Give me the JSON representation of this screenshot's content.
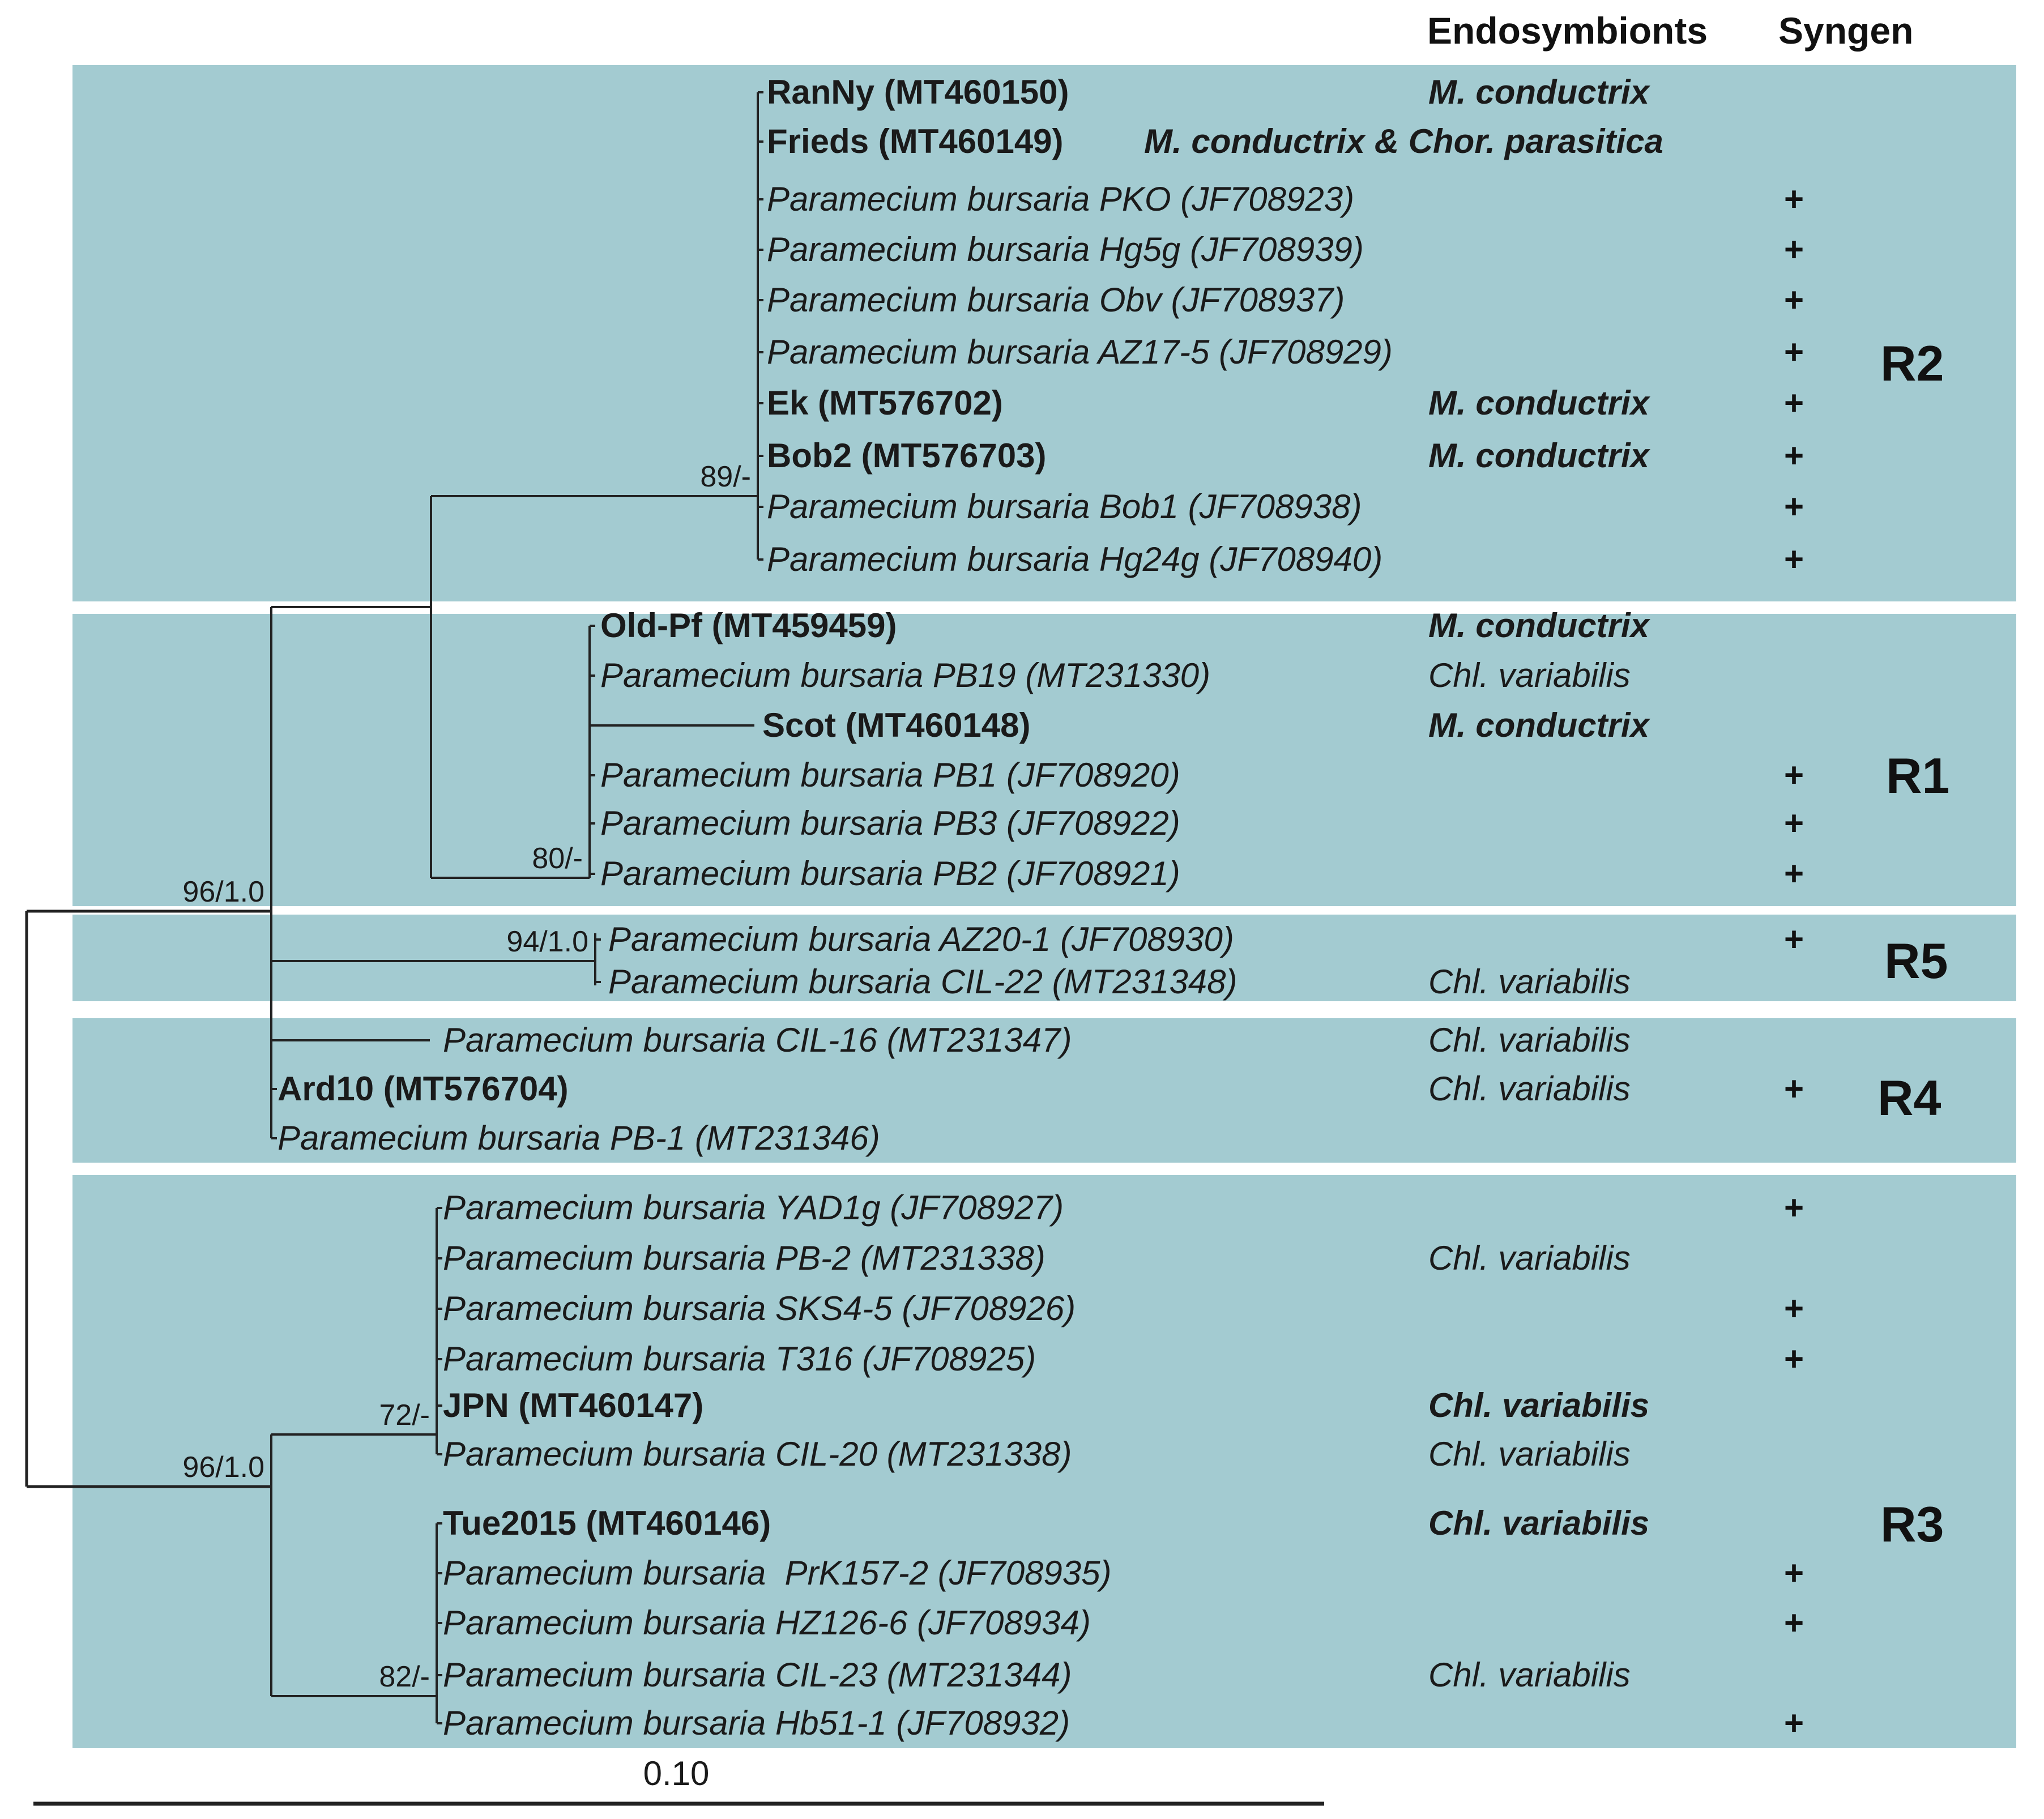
{
  "header": {
    "endosymbionts": "Endosymbionts",
    "syngen": "Syngen"
  },
  "colors": {
    "band": "#a3cbd1",
    "line": "#222222",
    "text": "#1a1a1a"
  },
  "support_labels": {
    "upper_root": "96/1.0",
    "r2_node": "89/-",
    "r1_node": "80/-",
    "r5_node": "94/1.0",
    "lower_root": "96/1.0",
    "n72_node": "72/-",
    "n82_node": "82/-"
  },
  "scale_bar": {
    "label": "0.10"
  },
  "groups": [
    {
      "id": "R2",
      "label": "R2",
      "taxa": [
        {
          "name": "RanNy (MT460150)",
          "bold": true,
          "endosymbiont": "M. conductrix",
          "endo_bold": true,
          "syngen": ""
        },
        {
          "name": "Frieds (MT460149)",
          "bold": true,
          "endosymbiont": "M. conductrix & Chor. parasitica",
          "endo_bold": true,
          "syngen": ""
        },
        {
          "name": "Paramecium bursaria PKO (JF708923)",
          "italic": true,
          "endosymbiont": "",
          "syngen": "+"
        },
        {
          "name": "Paramecium bursaria Hg5g (JF708939)",
          "italic": true,
          "endosymbiont": "",
          "syngen": "+"
        },
        {
          "name": "Paramecium bursaria Obv (JF708937)",
          "italic": true,
          "endosymbiont": "",
          "syngen": "+"
        },
        {
          "name": "Paramecium bursaria AZ17-5 (JF708929)",
          "italic": true,
          "endosymbiont": "",
          "syngen": "+"
        },
        {
          "name": "Ek (MT576702)",
          "bold": true,
          "endosymbiont": "M. conductrix",
          "endo_bold": true,
          "syngen": "+"
        },
        {
          "name": "Bob2 (MT576703)",
          "bold": true,
          "endosymbiont": "M. conductrix",
          "endo_bold": true,
          "syngen": "+"
        },
        {
          "name": "Paramecium bursaria Bob1 (JF708938)",
          "italic": true,
          "endosymbiont": "",
          "syngen": "+"
        },
        {
          "name": "Paramecium bursaria Hg24g (JF708940)",
          "italic": true,
          "endosymbiont": "",
          "syngen": "+"
        }
      ]
    },
    {
      "id": "R1",
      "label": "R1",
      "taxa": [
        {
          "name": "Old-Pf (MT459459)",
          "bold": true,
          "endosymbiont": "M. conductrix",
          "endo_bold": true,
          "syngen": ""
        },
        {
          "name": "Paramecium bursaria PB19 (MT231330)",
          "italic": true,
          "endosymbiont": "Chl. variabilis",
          "syngen": ""
        },
        {
          "name": "Scot (MT460148)",
          "bold": true,
          "endosymbiont": "M. conductrix",
          "endo_bold": true,
          "syngen": ""
        },
        {
          "name": "Paramecium bursaria PB1 (JF708920)",
          "italic": true,
          "endosymbiont": "",
          "syngen": "+"
        },
        {
          "name": "Paramecium bursaria PB3 (JF708922)",
          "italic": true,
          "endosymbiont": "",
          "syngen": "+"
        },
        {
          "name": "Paramecium bursaria PB2 (JF708921)",
          "italic": true,
          "endosymbiont": "",
          "syngen": "+"
        }
      ]
    },
    {
      "id": "R5",
      "label": "R5",
      "taxa": [
        {
          "name": "Paramecium bursaria AZ20-1 (JF708930)",
          "italic": true,
          "endosymbiont": "",
          "syngen": "+"
        },
        {
          "name": "Paramecium bursaria CIL-22 (MT231348)",
          "italic": true,
          "endosymbiont": "Chl. variabilis",
          "syngen": ""
        }
      ]
    },
    {
      "id": "R4",
      "label": "R4",
      "taxa": [
        {
          "name": "Paramecium bursaria CIL-16 (MT231347)",
          "italic": true,
          "endosymbiont": "Chl. variabilis",
          "syngen": ""
        },
        {
          "name": "Ard10 (MT576704)",
          "bold": true,
          "endosymbiont": "Chl. variabilis",
          "syngen": "+"
        },
        {
          "name": "Paramecium bursaria PB-1 (MT231346)",
          "italic": true,
          "endosymbiont": "",
          "syngen": ""
        }
      ]
    },
    {
      "id": "R3",
      "label": "R3",
      "taxa": [
        {
          "name": "Paramecium bursaria YAD1g (JF708927)",
          "italic": true,
          "endosymbiont": "",
          "syngen": "+"
        },
        {
          "name": "Paramecium bursaria PB-2 (MT231338)",
          "italic": true,
          "endosymbiont": "Chl. variabilis",
          "syngen": ""
        },
        {
          "name": "Paramecium bursaria SKS4-5 (JF708926)",
          "italic": true,
          "endosymbiont": "",
          "syngen": "+"
        },
        {
          "name": "Paramecium bursaria T316 (JF708925)",
          "italic": true,
          "endosymbiont": "",
          "syngen": "+"
        },
        {
          "name": "JPN (MT460147)",
          "bold": true,
          "endosymbiont": "Chl. variabilis",
          "endo_bold": true,
          "syngen": ""
        },
        {
          "name": "Paramecium bursaria CIL-20 (MT231338)",
          "italic": true,
          "endosymbiont": "Chl. variabilis",
          "syngen": ""
        },
        {
          "name": "Tue2015 (MT460146)",
          "bold": true,
          "endosymbiont": "Chl. variabilis",
          "endo_bold": true,
          "syngen": ""
        },
        {
          "name": "Paramecium bursaria  PrK157-2 (JF708935)",
          "italic": true,
          "endosymbiont": "",
          "syngen": "+"
        },
        {
          "name": "Paramecium bursaria HZ126-6 (JF708934)",
          "italic": true,
          "endosymbiont": "",
          "syngen": "+"
        },
        {
          "name": "Paramecium bursaria CIL-23 (MT231344)",
          "italic": true,
          "endosymbiont": "Chl. variabilis",
          "syngen": ""
        },
        {
          "name": "Paramecium bursaria Hb51-1 (JF708932)",
          "italic": true,
          "endosymbiont": "",
          "syngen": "+"
        }
      ]
    }
  ]
}
